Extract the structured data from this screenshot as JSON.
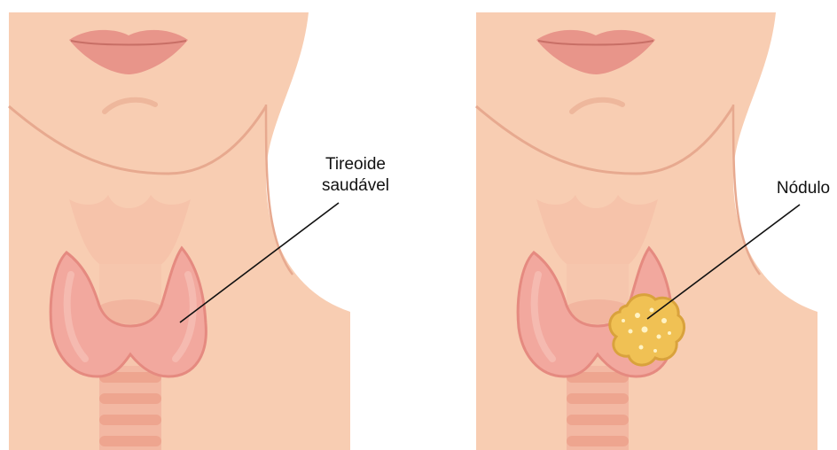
{
  "panels": [
    {
      "label_lines": [
        "Tireoide",
        "saudável"
      ]
    },
    {
      "label_lines": [
        "Nódulo"
      ]
    }
  ],
  "colors": {
    "skin": "#f8cdb2",
    "skin_shadow": "#eeb79c",
    "lips": "#e8958a",
    "thyroid": "#f2a89e",
    "thyroid_dark": "#e58a80",
    "cartilage": "#f6c3aa",
    "trachea": "#f3b8a3",
    "nodule": "#f0c154",
    "nodule_edge": "#d9a23c"
  }
}
